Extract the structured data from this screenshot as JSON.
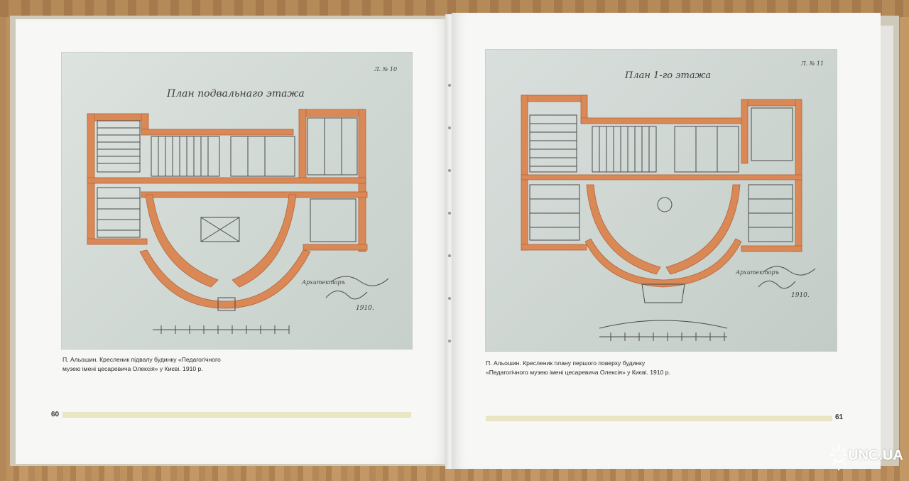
{
  "left_page": {
    "plate_title": "План подвальнаго этажа",
    "plate_mark": "Л. № 10",
    "signature_label": "Архитекторъ",
    "date_text": "1910.",
    "caption": "П. Альошин. Кресленик підвалу будинку «Педагогічного музею імені цесаревича Олексія» у Києві. 1910 р.",
    "page_number": "60"
  },
  "right_page": {
    "plate_title": "План 1-го этажа",
    "plate_mark": "Л. № 11",
    "signature_label": "Архитекторъ",
    "date_text": "1910.",
    "caption": "П. Альошин. Кресленик плану першого поверху будинку «Педагогічного музею імені цесаревича Олексія» у Києві. 1910 р.",
    "page_number": "61"
  },
  "watermark": {
    "text": "UNC.UA"
  },
  "colors": {
    "paper": "#f7f7f5",
    "plate": "#d4dbd7",
    "walls": "#d98856",
    "page_bar": "#e9e6c3",
    "table": "#b98d5c"
  }
}
